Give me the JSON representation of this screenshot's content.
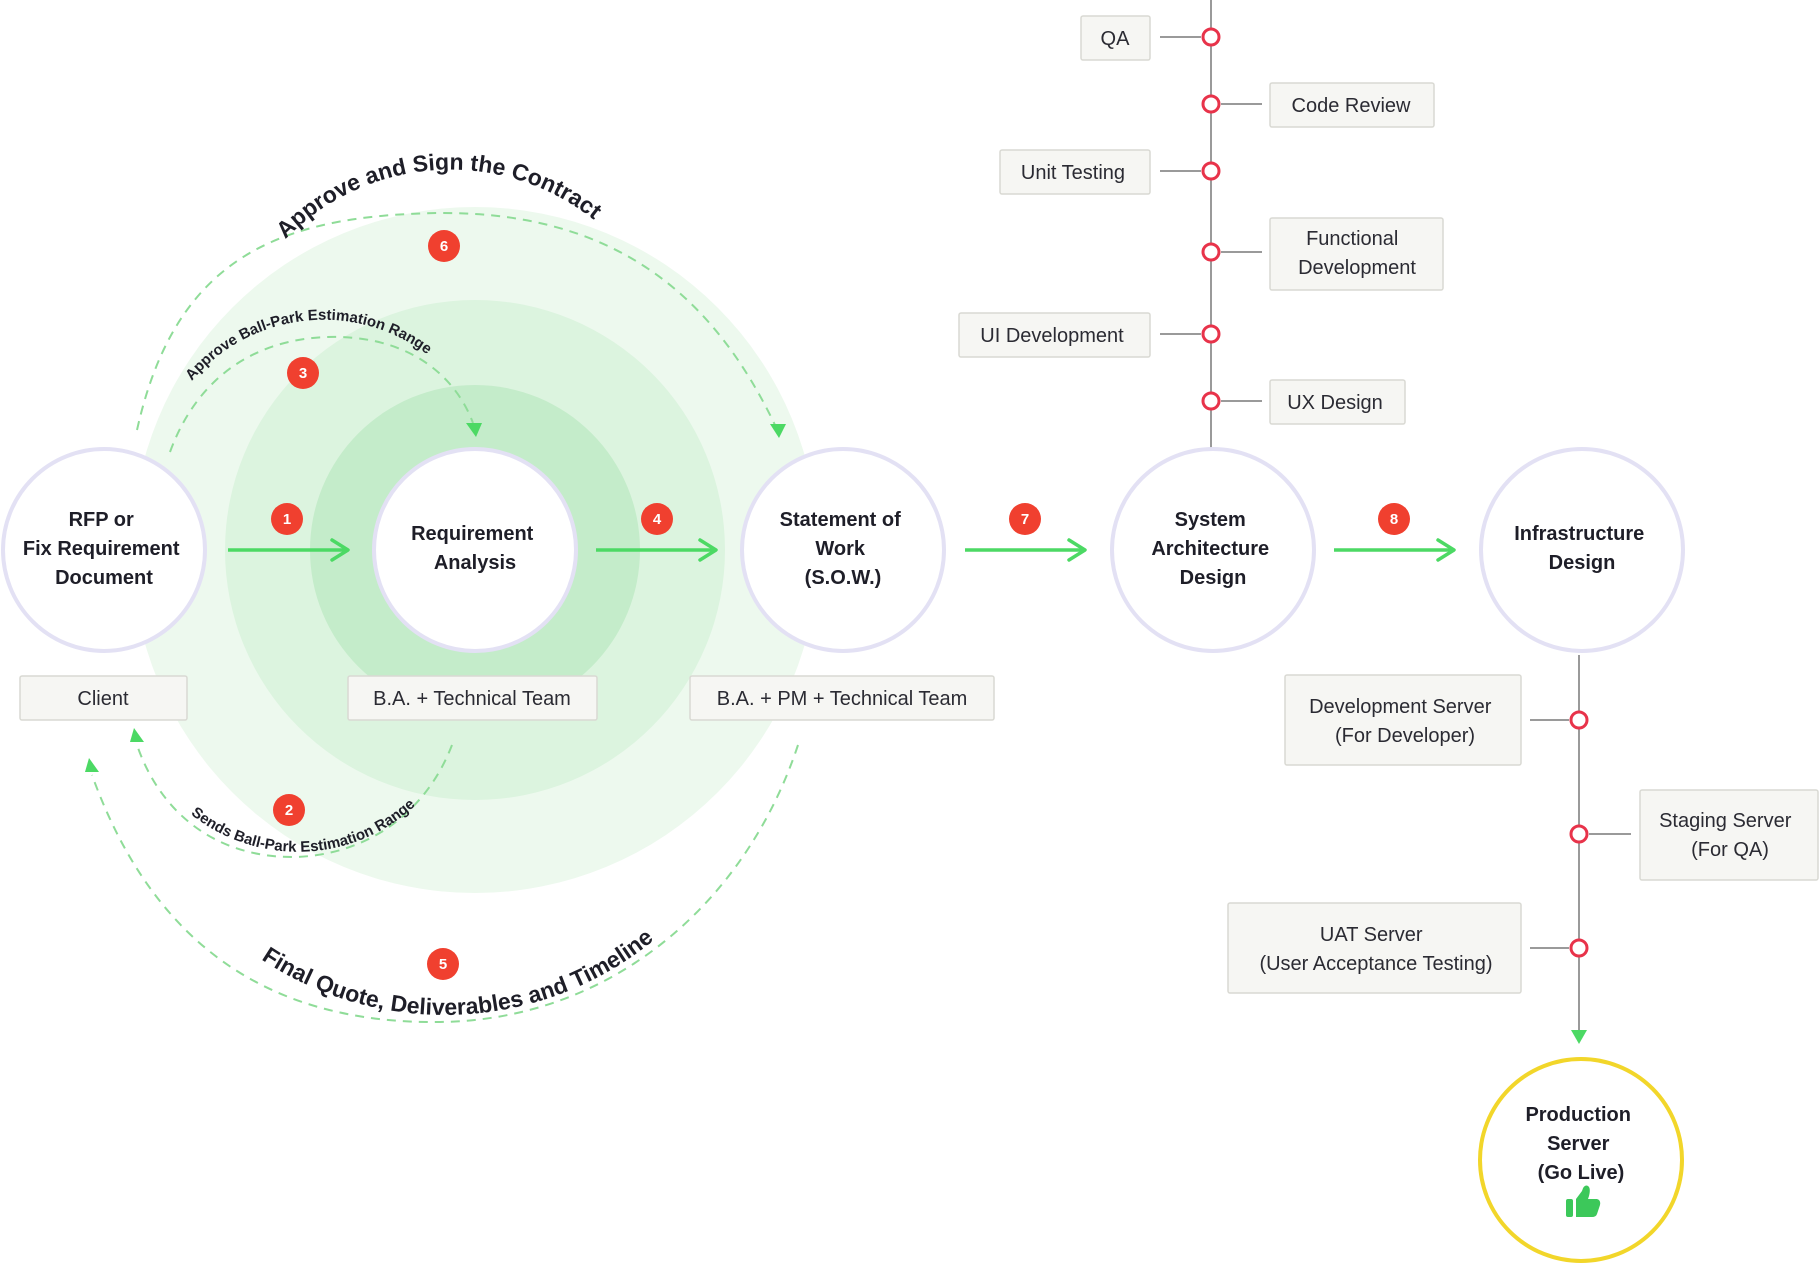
{
  "colors": {
    "accent_green": "#4cd964",
    "badge_red": "#f0402f",
    "timeline_red": "#e8334a",
    "production_ring": "#f2d62a",
    "node_ring": "#e3e1f4",
    "label_box_bg": "#f6f6f3",
    "label_box_border": "#d9d9d3"
  },
  "nodes": {
    "rfp": [
      "RFP or",
      "Fix Requirement",
      "Document"
    ],
    "requirement": [
      "Requirement",
      "Analysis"
    ],
    "sow": [
      "Statement of",
      "Work",
      "(S.O.W.)"
    ],
    "system": [
      "System",
      "Architecture",
      "Design"
    ],
    "infrastructure": [
      "Infrastructure",
      "Design"
    ],
    "production": [
      "Production",
      "Server",
      "(Go Live)"
    ]
  },
  "role_labels": {
    "client": "Client",
    "ba_tech": "B.A. + Technical Team",
    "ba_pm_tech": "B.A. + PM + Technical Team"
  },
  "steps": [
    "1",
    "2",
    "3",
    "4",
    "5",
    "6",
    "7",
    "8"
  ],
  "arc_labels": {
    "step6": "Approve and Sign the Contract",
    "step3": "Approve Ball-Park Estimation Range",
    "step2": "Sends Ball-Park Estimation Range",
    "step5": "Final Quote, Deliverables and Timeline"
  },
  "dev_timeline": [
    [
      "QA"
    ],
    [
      "Code Review"
    ],
    [
      "Unit Testing"
    ],
    [
      "Functional",
      "Development"
    ],
    [
      "UI Development"
    ],
    [
      "UX Design"
    ]
  ],
  "server_timeline": [
    [
      "Development Server",
      "(For Developer)"
    ],
    [
      "Staging Server",
      "(For QA)"
    ],
    [
      "UAT Server",
      "(User Acceptance Testing)"
    ]
  ],
  "production_icon": "thumbs-up-icon"
}
